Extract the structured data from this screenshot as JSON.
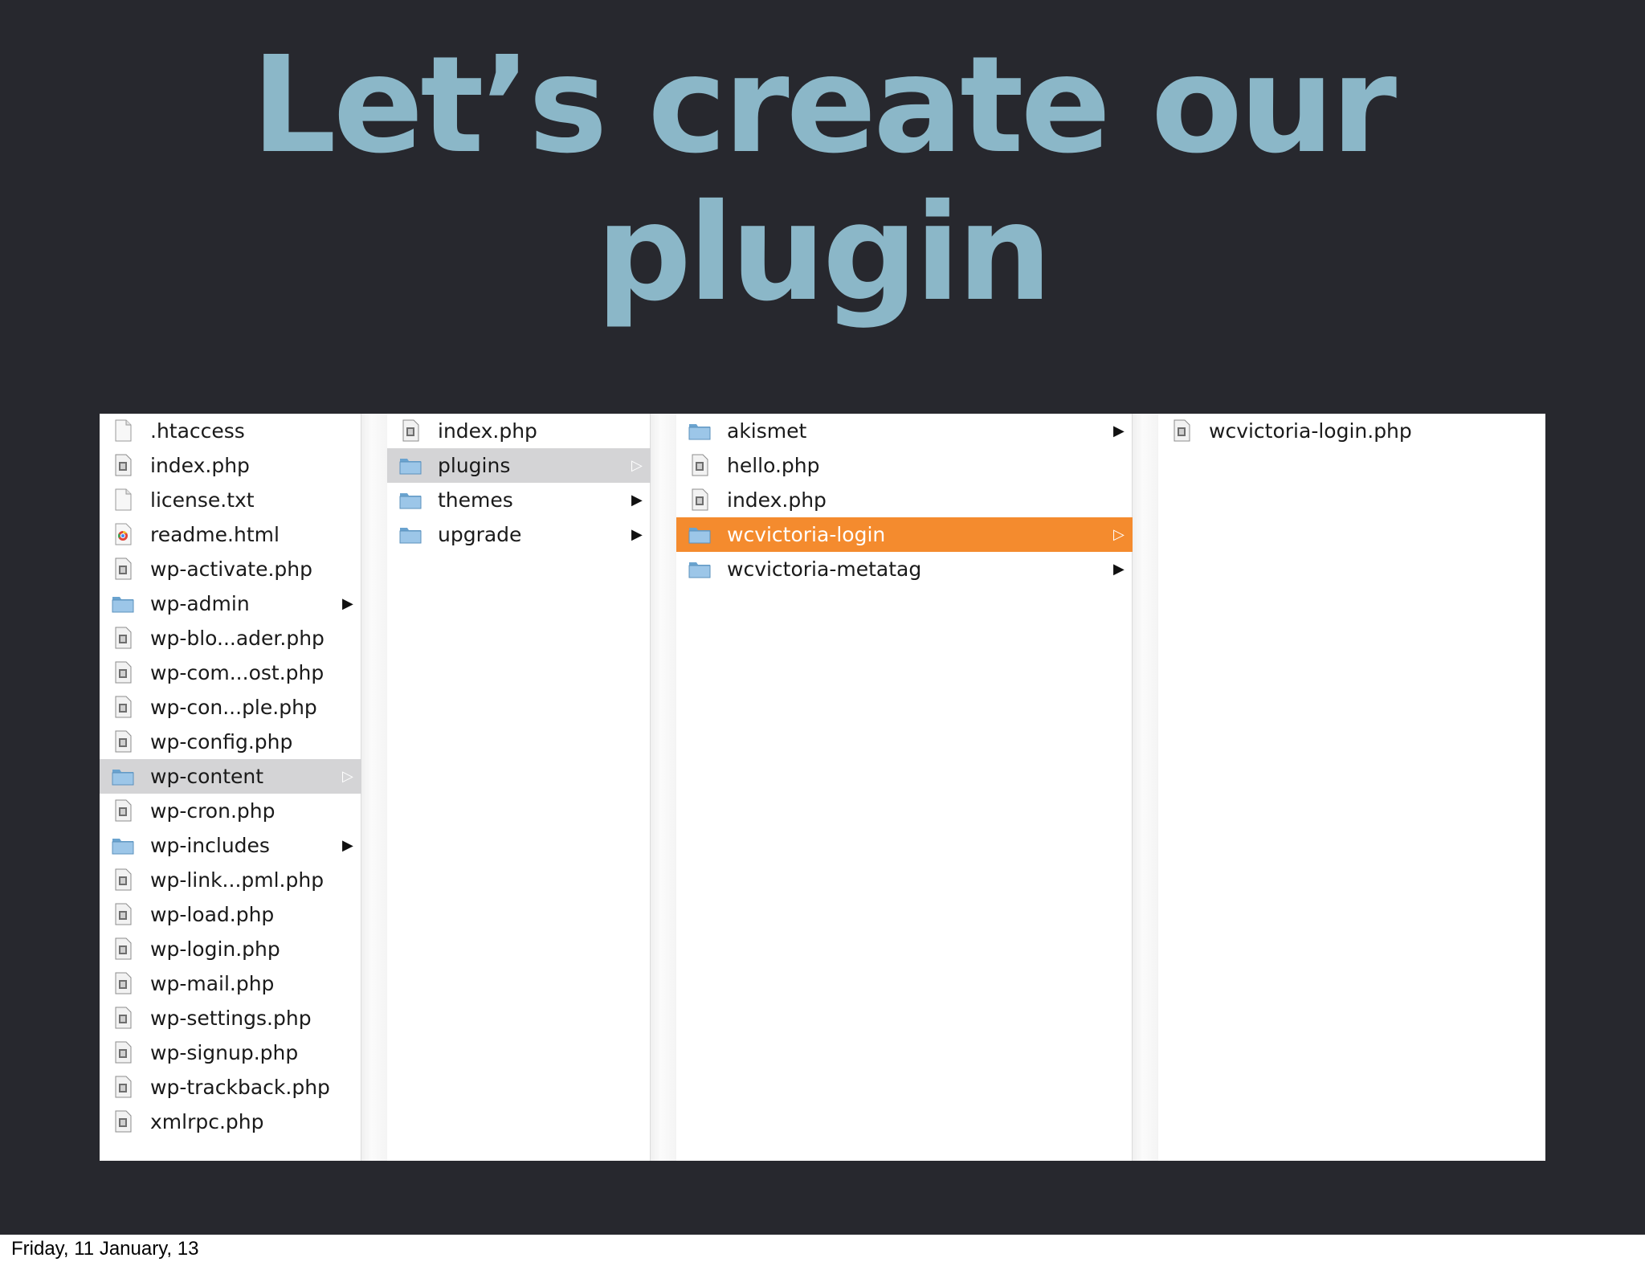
{
  "slide": {
    "title_line1": "Let’s create our",
    "title_line2": "plugin",
    "footer_date": "Friday, 11 January, 13",
    "background_color": "#27282e",
    "title_color": "#8bb7c8"
  },
  "finder": {
    "selection_color": "#f48b2e",
    "columns": [
      {
        "items": [
          {
            "label": ".htaccess",
            "icon": "document-blank-icon"
          },
          {
            "label": "index.php",
            "icon": "php-file-icon"
          },
          {
            "label": "license.txt",
            "icon": "document-blank-icon"
          },
          {
            "label": "readme.html",
            "icon": "html-file-icon"
          },
          {
            "label": "wp-activate.php",
            "icon": "php-file-icon"
          },
          {
            "label": "wp-admin",
            "icon": "folder-icon",
            "has_children": true
          },
          {
            "label": "wp-blo...ader.php",
            "icon": "php-file-icon"
          },
          {
            "label": "wp-com...ost.php",
            "icon": "php-file-icon"
          },
          {
            "label": "wp-con...ple.php",
            "icon": "php-file-icon"
          },
          {
            "label": "wp-config.php",
            "icon": "php-file-icon"
          },
          {
            "label": "wp-content",
            "icon": "folder-icon",
            "has_children": true,
            "selected": "inactive"
          },
          {
            "label": "wp-cron.php",
            "icon": "php-file-icon"
          },
          {
            "label": "wp-includes",
            "icon": "folder-icon",
            "has_children": true
          },
          {
            "label": "wp-link...pml.php",
            "icon": "php-file-icon"
          },
          {
            "label": "wp-load.php",
            "icon": "php-file-icon"
          },
          {
            "label": "wp-login.php",
            "icon": "php-file-icon"
          },
          {
            "label": "wp-mail.php",
            "icon": "php-file-icon"
          },
          {
            "label": "wp-settings.php",
            "icon": "php-file-icon"
          },
          {
            "label": "wp-signup.php",
            "icon": "php-file-icon"
          },
          {
            "label": "wp-trackback.php",
            "icon": "php-file-icon"
          },
          {
            "label": "xmlrpc.php",
            "icon": "php-file-icon"
          }
        ]
      },
      {
        "items": [
          {
            "label": "index.php",
            "icon": "php-file-icon"
          },
          {
            "label": "plugins",
            "icon": "folder-icon",
            "has_children": true,
            "selected": "inactive"
          },
          {
            "label": "themes",
            "icon": "folder-icon",
            "has_children": true
          },
          {
            "label": "upgrade",
            "icon": "folder-icon",
            "has_children": true
          }
        ]
      },
      {
        "items": [
          {
            "label": "akismet",
            "icon": "folder-icon",
            "has_children": true
          },
          {
            "label": "hello.php",
            "icon": "php-file-icon"
          },
          {
            "label": "index.php",
            "icon": "php-file-icon"
          },
          {
            "label": "wcvictoria-login",
            "icon": "folder-icon",
            "has_children": true,
            "selected": "active"
          },
          {
            "label": "wcvictoria-metatag",
            "icon": "folder-icon",
            "has_children": true
          }
        ]
      },
      {
        "items": [
          {
            "label": "wcvictoria-login.php",
            "icon": "php-file-icon"
          }
        ]
      }
    ]
  }
}
